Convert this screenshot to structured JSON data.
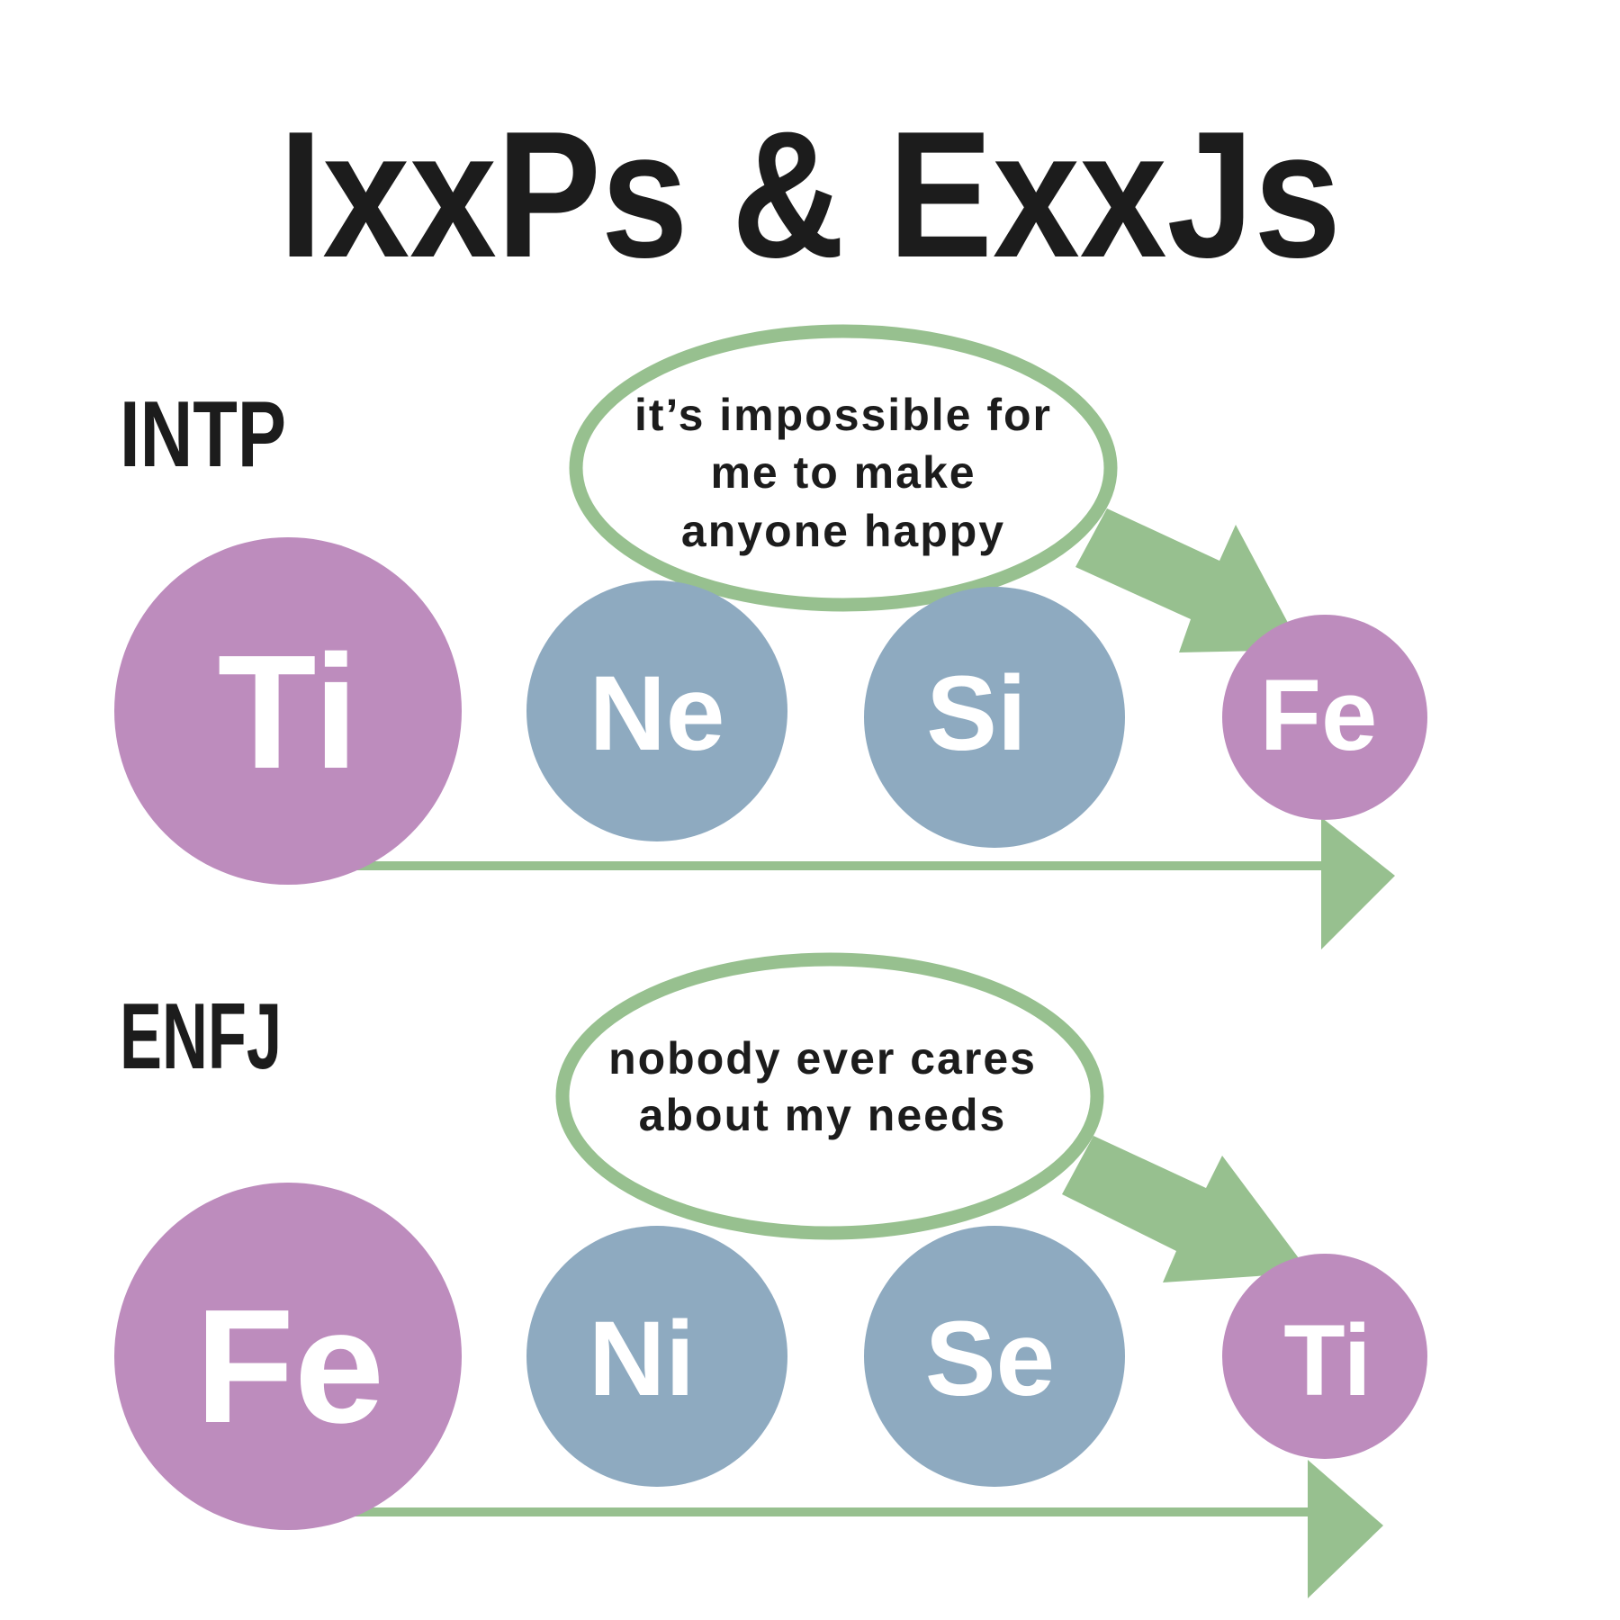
{
  "title": "IxxPs & ExxJs",
  "colors": {
    "dominant_inferior": "#bd8cbd",
    "auxiliary_tertiary": "#8eaac0",
    "arrow": "#97c08f",
    "text_dark": "#1c1c1c",
    "text_light": "#ffffff"
  },
  "rows": [
    {
      "type": "INTP",
      "bubble": {
        "lines": [
          "it’s impossible for",
          "me to make",
          "anyone happy"
        ]
      },
      "functions": [
        {
          "name": "Ti"
        },
        {
          "name": "Ne"
        },
        {
          "name": "Si"
        },
        {
          "name": "Fe"
        }
      ]
    },
    {
      "type": "ENFJ",
      "bubble": {
        "lines": [
          "nobody ever cares",
          "about my needs"
        ]
      },
      "functions": [
        {
          "name": "Fe"
        },
        {
          "name": "Ni"
        },
        {
          "name": "Se"
        },
        {
          "name": "Ti"
        }
      ]
    }
  ]
}
